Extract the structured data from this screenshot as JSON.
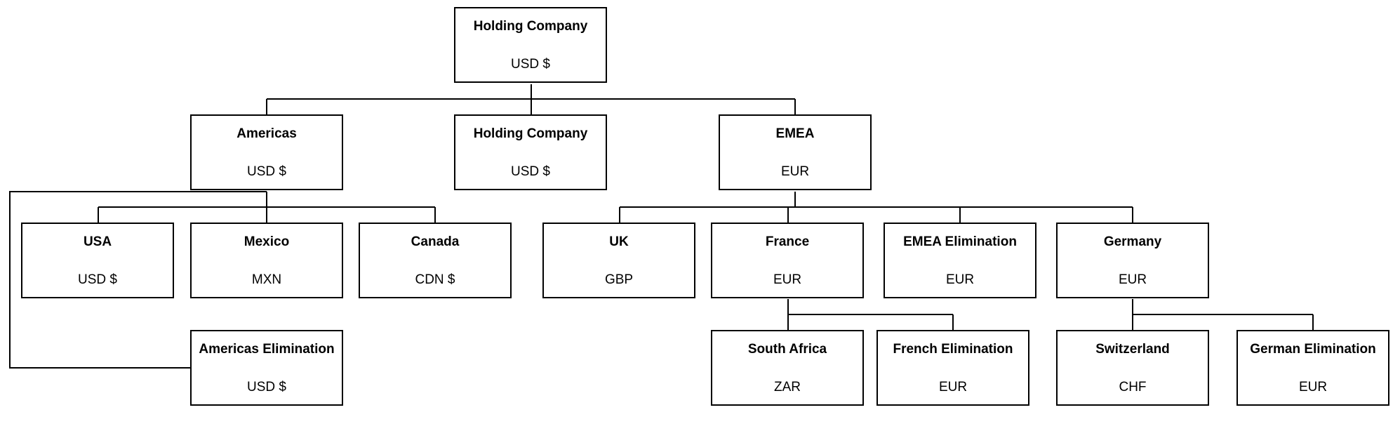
{
  "nodes": {
    "holding_company": {
      "name": "Holding Company",
      "currency": "USD $"
    },
    "americas": {
      "name": "Americas",
      "currency": "USD $"
    },
    "holding_company_entity": {
      "name": "Holding Company",
      "currency": "USD $"
    },
    "emea": {
      "name": "EMEA",
      "currency": "EUR"
    },
    "usa": {
      "name": "USA",
      "currency": "USD $"
    },
    "mexico": {
      "name": "Mexico",
      "currency": "MXN"
    },
    "canada": {
      "name": "Canada",
      "currency": "CDN $"
    },
    "americas_elimination": {
      "name": "Americas Elimination",
      "currency": "USD $"
    },
    "uk": {
      "name": "UK",
      "currency": "GBP"
    },
    "france": {
      "name": "France",
      "currency": "EUR"
    },
    "emea_elimination": {
      "name": "EMEA Elimination",
      "currency": "EUR"
    },
    "germany": {
      "name": "Germany",
      "currency": "EUR"
    },
    "south_africa": {
      "name": "South Africa",
      "currency": "ZAR"
    },
    "french_elimination": {
      "name": "French Elimination",
      "currency": "EUR"
    },
    "switzerland": {
      "name": "Switzerland",
      "currency": "CHF"
    },
    "german_elimination": {
      "name": "German Elimination",
      "currency": "EUR"
    }
  },
  "edges": [
    [
      "holding_company",
      "americas"
    ],
    [
      "holding_company",
      "holding_company_entity"
    ],
    [
      "holding_company",
      "emea"
    ],
    [
      "americas",
      "usa"
    ],
    [
      "americas",
      "mexico"
    ],
    [
      "americas",
      "canada"
    ],
    [
      "americas",
      "americas_elimination"
    ],
    [
      "emea",
      "uk"
    ],
    [
      "emea",
      "france"
    ],
    [
      "emea",
      "emea_elimination"
    ],
    [
      "emea",
      "germany"
    ],
    [
      "france",
      "south_africa"
    ],
    [
      "france",
      "french_elimination"
    ],
    [
      "germany",
      "switzerland"
    ],
    [
      "germany",
      "german_elimination"
    ]
  ]
}
